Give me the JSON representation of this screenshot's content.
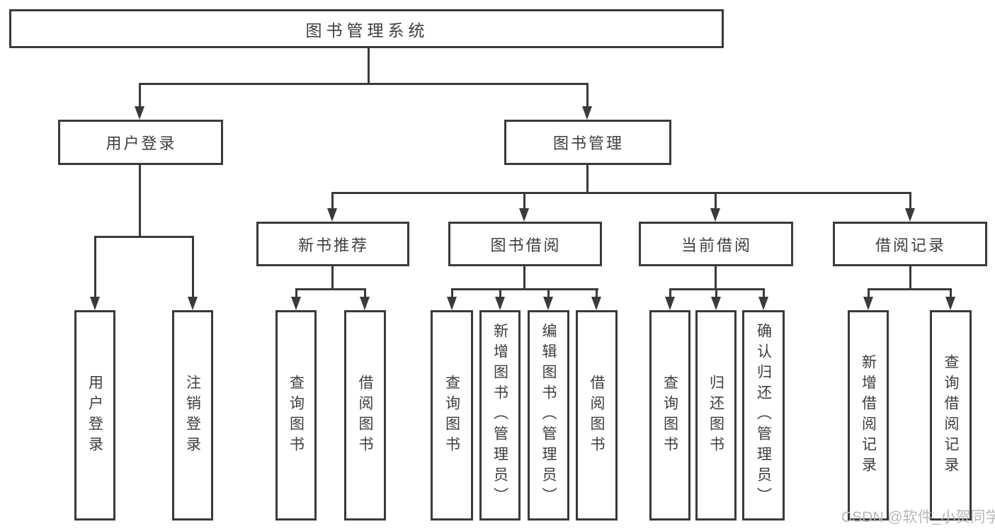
{
  "colors": {
    "line": "#3a3a3e",
    "text": "#3d3d42",
    "background": "#ffffff",
    "watermark": "#b7b7bb"
  },
  "diagram": {
    "title": "图书管理系统",
    "level2": {
      "user_login": "用户登录",
      "book_mgmt": "图书管理"
    },
    "level3": {
      "new_book": "新书推荐",
      "book_borrow": "图书借阅",
      "current_borrow": "当前借阅",
      "borrow_record": "借阅记录"
    },
    "leaves": {
      "user_login": [
        "用户登录",
        "注销登录"
      ],
      "new_book": [
        "查询图书",
        "借阅图书"
      ],
      "book_borrow": [
        "查询图书",
        "新增图书（管理员）",
        "编辑图书（管理员）",
        "借阅图书"
      ],
      "current_borrow": [
        "查询图书",
        "归还图书",
        "确认归还（管理员）"
      ],
      "borrow_record": [
        "新增借阅记录",
        "查询借阅记录"
      ]
    }
  },
  "watermark": {
    "text": "CSDN @软件_小贺同学"
  }
}
